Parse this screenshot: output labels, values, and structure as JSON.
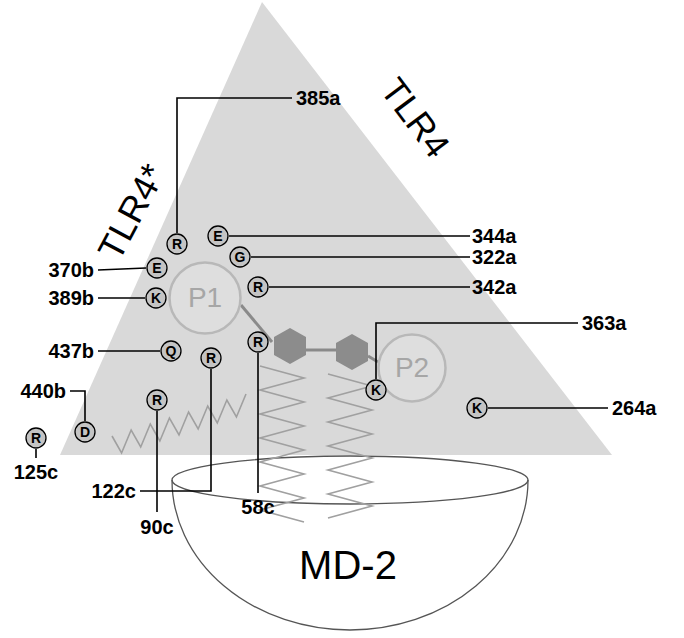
{
  "diagram": {
    "nodes": [
      {
        "text": [
          "TLR4*",
          "TLR4"
        ]
      },
      {
        "text": [
          "MD-2"
        ]
      },
      {
        "text": [
          "P1"
        ]
      },
      {
        "text": [
          "P2"
        ]
      },
      {
        "text": [
          "R"
        ]
      },
      {
        "text": [
          "E"
        ]
      },
      {
        "text": [
          "G"
        ]
      },
      {
        "text": [
          "R"
        ]
      },
      {
        "text": [
          "E"
        ]
      },
      {
        "text": [
          "K"
        ]
      },
      {
        "text": [
          "Q"
        ]
      },
      {
        "text": [
          "R"
        ]
      },
      {
        "text": [
          "R"
        ]
      },
      {
        "text": [
          "K"
        ]
      },
      {
        "text": [
          "K"
        ]
      },
      {
        "text": [
          "R"
        ]
      },
      {
        "text": [
          "D"
        ]
      },
      {
        "text": [
          "R"
        ]
      }
    ],
    "labels": [
      "385a",
      "344a",
      "322a",
      "342a",
      "363a",
      "264a",
      "370b",
      "389b",
      "437b",
      "440b",
      "125c",
      "122c",
      "90c",
      "58c"
    ]
  }
}
